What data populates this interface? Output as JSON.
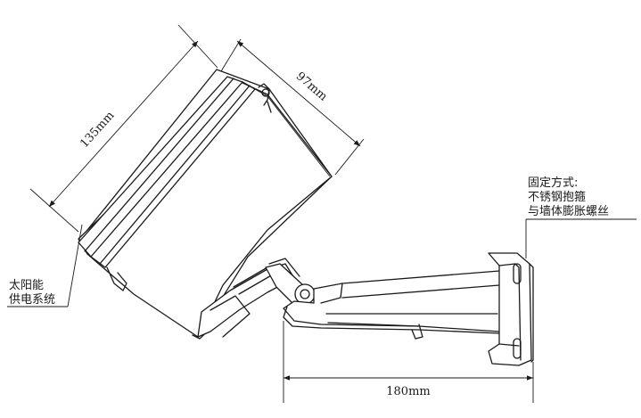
{
  "dimensions": {
    "length": "135mm",
    "width": "97mm",
    "bracket": "180mm"
  },
  "notes": {
    "solar_power": [
      "太阳能",
      "供电系统"
    ],
    "mounting": [
      "固定方式:",
      "不锈钢抱箍",
      "与墙体膨胀螺丝"
    ]
  }
}
